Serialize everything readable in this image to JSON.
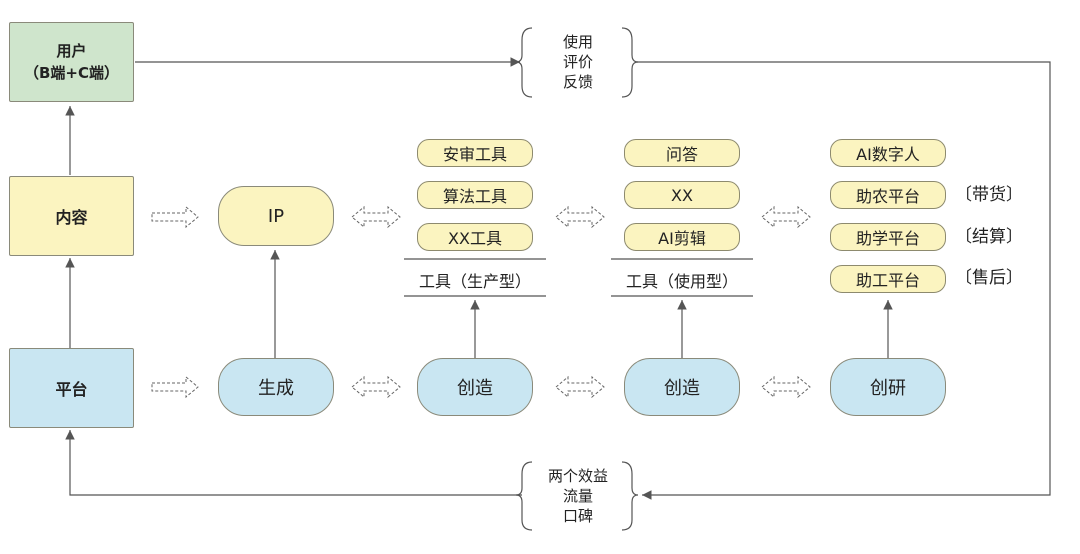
{
  "layers": {
    "user": {
      "line1": "用户",
      "line2": "（B端+C端）"
    },
    "content": "内容",
    "platform": "平台"
  },
  "feedback_top": [
    "使用",
    "评价",
    "反馈"
  ],
  "feedback_bottom": [
    "两个效益",
    "流量",
    "口碑"
  ],
  "ip": "IP",
  "generate": "生成",
  "col1": {
    "tools": [
      "安审工具",
      "算法工具",
      "XX工具"
    ],
    "caption": "工具（生产型）",
    "action": "创造"
  },
  "col2": {
    "tools": [
      "问答",
      "XX",
      "AI剪辑"
    ],
    "caption": "工具（使用型）",
    "action": "创造"
  },
  "col3": {
    "tools": [
      "AI数字人",
      "助农平台",
      "助学平台",
      "助工平台"
    ],
    "tags": [
      "带货",
      "结算",
      "售后"
    ],
    "action": "创研"
  },
  "colors": {
    "user": "#cfe5cc",
    "content": "#fbf4c0",
    "platform": "#c9e6f2",
    "line": "#555555"
  }
}
